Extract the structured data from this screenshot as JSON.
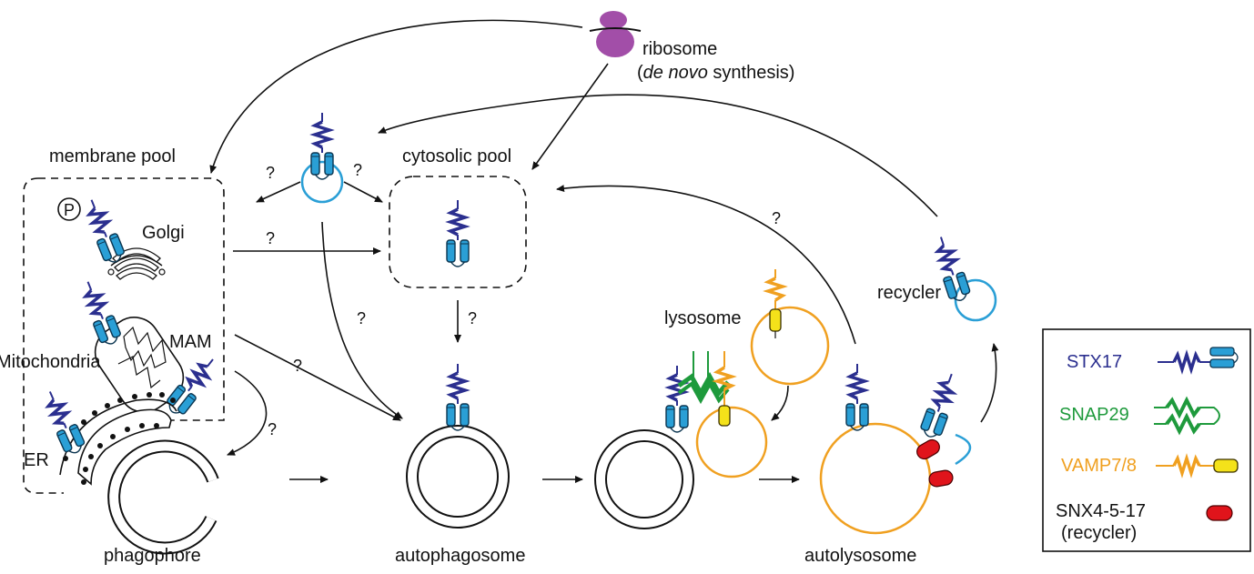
{
  "labels": {
    "ribosome": "ribosome",
    "de_novo_open": "(",
    "de_novo_italic": "de novo",
    "de_novo_rest": " synthesis)",
    "membrane_pool": "membrane pool",
    "cytosolic_pool": "cytosolic pool",
    "golgi": "Golgi",
    "mitochondria": "Mitochondria",
    "mam": "MAM",
    "er": "ER",
    "phospho": "P",
    "lysosome": "lysosome",
    "recycler": "recycler",
    "phagophore": "phagophore",
    "autophagosome": "autophagosome",
    "autolysosome": "autolysosome",
    "question": "?"
  },
  "legend": {
    "items": [
      {
        "label": "STX17",
        "color": "#2b2f8f"
      },
      {
        "label": "SNAP29",
        "color": "#1e9a3c"
      },
      {
        "label": "VAMP7/8",
        "color": "#f0a020"
      },
      {
        "label": "SNX4-5-17",
        "color": "#e0141b"
      }
    ],
    "snx_note": "(recycler)"
  },
  "colors": {
    "stx17": "#2b2f8f",
    "helix": "#2a9fd6",
    "snap29": "#1e9a3c",
    "vamp": "#f0a020",
    "vamp_tm": "#f4e21a",
    "snx": "#e0141b",
    "ribosome": "#a24ea8",
    "lysosome_membrane": "#f0a020",
    "vesicle": "#2a9fd6"
  }
}
